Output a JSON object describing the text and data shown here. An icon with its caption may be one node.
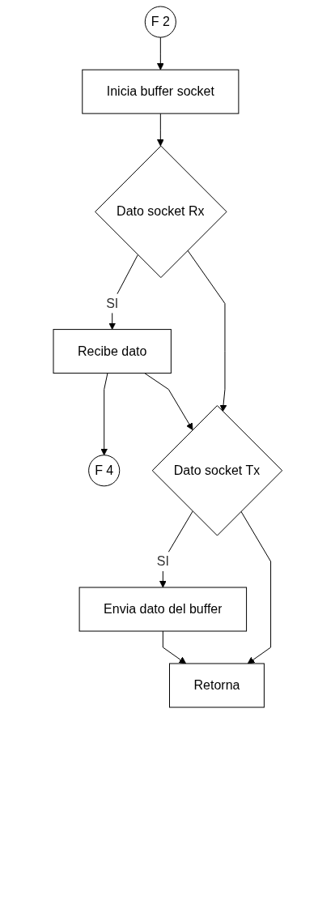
{
  "diagram": {
    "nodes": [
      {
        "text": [
          "F 2"
        ]
      },
      {
        "text": [
          "Inicia buffer socket"
        ]
      },
      {
        "text": [
          "Dato socket Rx"
        ]
      },
      {
        "text": [
          "Recibe dato"
        ]
      },
      {
        "text": [
          "F 4"
        ]
      },
      {
        "text": [
          "Dato socket Tx"
        ]
      },
      {
        "text": [
          "Envia dato del buffer"
        ]
      },
      {
        "text": [
          "Retorna"
        ]
      }
    ],
    "edges": [
      {
        "from": 0,
        "to": 1,
        "arrow": "to"
      },
      {
        "from": 1,
        "to": 2,
        "arrow": "to"
      },
      {
        "from": 2,
        "to": 3,
        "arrow": "to",
        "label": "SI"
      },
      {
        "from": 3,
        "to": 4,
        "arrow": "to"
      },
      {
        "from": 3,
        "to": 5,
        "arrow": "to"
      },
      {
        "from": 2,
        "to": 5,
        "arrow": "to"
      },
      {
        "from": 5,
        "to": 6,
        "arrow": "to",
        "label": "SI"
      },
      {
        "from": 6,
        "to": 7,
        "arrow": "to"
      },
      {
        "from": 5,
        "to": 7,
        "arrow": "to"
      }
    ]
  }
}
